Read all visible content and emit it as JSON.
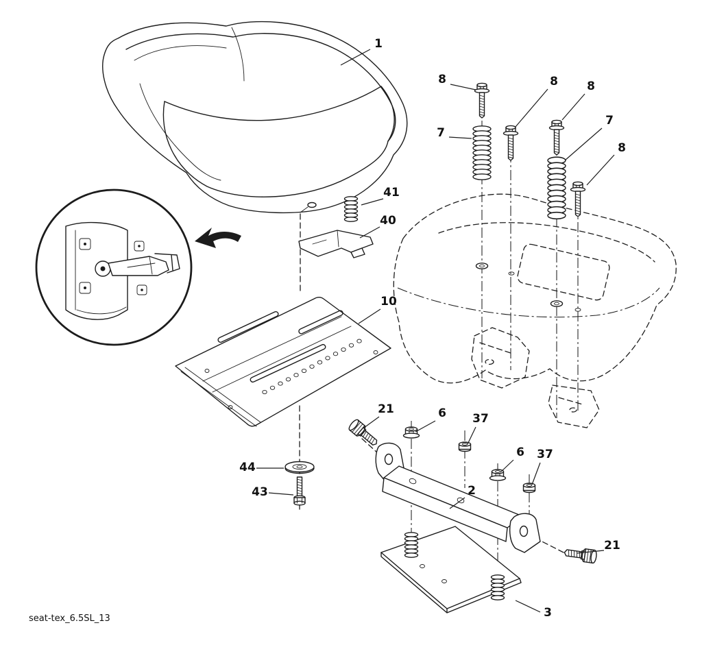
{
  "footer_code": "seat-tex_6.5SL_13",
  "labels": {
    "l1": "1",
    "l7a": "7",
    "l7b": "7",
    "l8a": "8",
    "l8b": "8",
    "l8c": "8",
    "l8d": "8",
    "l41": "41",
    "l40": "40",
    "l10": "10",
    "l21a": "21",
    "l21b": "21",
    "l6a": "6",
    "l6b": "6",
    "l37a": "37",
    "l37b": "37",
    "l44": "44",
    "l43": "43",
    "l2": "2",
    "l3": "3"
  }
}
